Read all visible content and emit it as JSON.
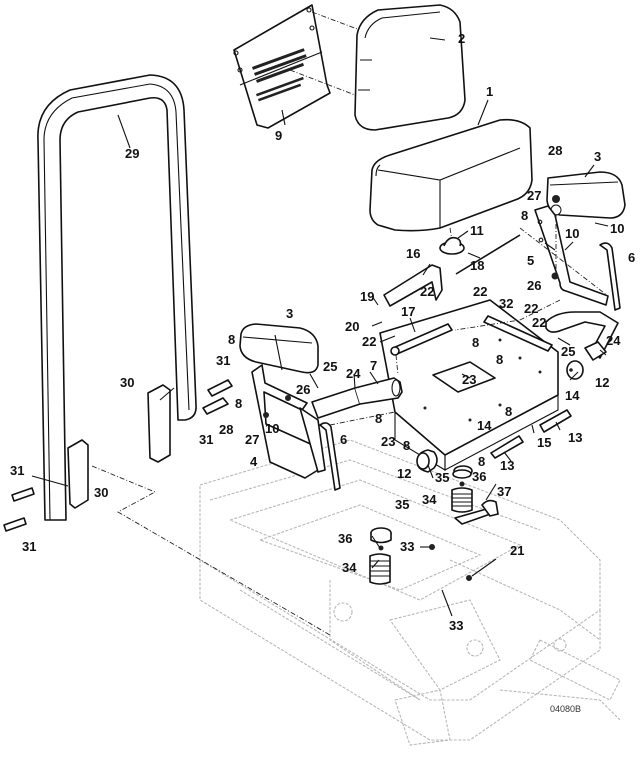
{
  "diagram": {
    "title": "Seat and Roll Bar Assembly (exploded parts view)",
    "drawing_id": "04080B",
    "callouts": [
      {
        "id": "c1",
        "text": "1",
        "part": "seat-cushion"
      },
      {
        "id": "c2",
        "text": "2",
        "part": "seat-back"
      },
      {
        "id": "c3a",
        "text": "3",
        "part": "armrest-right"
      },
      {
        "id": "c3b",
        "text": "3",
        "part": "armrest-left"
      },
      {
        "id": "c4",
        "text": "4",
        "part": "armrest-bracket-left"
      },
      {
        "id": "c5",
        "text": "5",
        "part": "armrest-bracket-right"
      },
      {
        "id": "c6a",
        "text": "6",
        "part": "armrest-rod-right"
      },
      {
        "id": "c6b",
        "text": "6",
        "part": "armrest-rod-left"
      },
      {
        "id": "c7",
        "text": "7",
        "part": "seat-pan-hinge"
      },
      {
        "id": "c8a",
        "text": "8",
        "part": "screw"
      },
      {
        "id": "c8b",
        "text": "8",
        "part": "screw"
      },
      {
        "id": "c8c",
        "text": "8",
        "part": "screw"
      },
      {
        "id": "c8d",
        "text": "8",
        "part": "screw"
      },
      {
        "id": "c8e",
        "text": "8",
        "part": "screw"
      },
      {
        "id": "c8f",
        "text": "8",
        "part": "screw"
      },
      {
        "id": "c8g",
        "text": "8",
        "part": "screw"
      },
      {
        "id": "c8h",
        "text": "8",
        "part": "screw"
      },
      {
        "id": "c8i",
        "text": "8",
        "part": "screw"
      },
      {
        "id": "c9",
        "text": "9",
        "part": "seat-back-bracket"
      },
      {
        "id": "c10a",
        "text": "10",
        "part": "nut"
      },
      {
        "id": "c10b",
        "text": "10",
        "part": "nut"
      },
      {
        "id": "c10c",
        "text": "10",
        "part": "nut"
      },
      {
        "id": "c11",
        "text": "11",
        "part": "seat-switch"
      },
      {
        "id": "c12a",
        "text": "12",
        "part": "bumper"
      },
      {
        "id": "c12b",
        "text": "12",
        "part": "bumper"
      },
      {
        "id": "c13a",
        "text": "13",
        "part": "pivot-pin"
      },
      {
        "id": "c13b",
        "text": "13",
        "part": "pivot-pin"
      },
      {
        "id": "c14a",
        "text": "14",
        "part": "bushing"
      },
      {
        "id": "c14b",
        "text": "14",
        "part": "bushing"
      },
      {
        "id": "c15",
        "text": "15",
        "part": "cotter-pin"
      },
      {
        "id": "c16",
        "text": "16",
        "part": "seat-adjust-handle"
      },
      {
        "id": "c17",
        "text": "17",
        "part": "adjuster-rod"
      },
      {
        "id": "c18",
        "text": "18",
        "part": "rod"
      },
      {
        "id": "c19",
        "text": "19",
        "part": "spring"
      },
      {
        "id": "c20",
        "text": "20",
        "part": "screw"
      },
      {
        "id": "c21",
        "text": "21",
        "part": "bolt"
      },
      {
        "id": "c22a",
        "text": "22",
        "part": "nut"
      },
      {
        "id": "c22b",
        "text": "22",
        "part": "nut"
      },
      {
        "id": "c22c",
        "text": "22",
        "part": "nut"
      },
      {
        "id": "c22d",
        "text": "22",
        "part": "nut"
      },
      {
        "id": "c22e",
        "text": "22",
        "part": "nut"
      },
      {
        "id": "c23a",
        "text": "23",
        "part": "screw"
      },
      {
        "id": "c23b",
        "text": "23",
        "part": "screw"
      },
      {
        "id": "c24a",
        "text": "24",
        "part": "gas-strut"
      },
      {
        "id": "c24b",
        "text": "24",
        "part": "seat-latch"
      },
      {
        "id": "c25a",
        "text": "25",
        "part": "clip"
      },
      {
        "id": "c25b",
        "text": "25",
        "part": "clip"
      },
      {
        "id": "c26a",
        "text": "26",
        "part": "washer"
      },
      {
        "id": "c26b",
        "text": "26",
        "part": "washer"
      },
      {
        "id": "c27a",
        "text": "27",
        "part": "washer"
      },
      {
        "id": "c27b",
        "text": "27",
        "part": "washer"
      },
      {
        "id": "c28a",
        "text": "28",
        "part": "nut"
      },
      {
        "id": "c28b",
        "text": "28",
        "part": "nut"
      },
      {
        "id": "c29",
        "text": "29",
        "part": "roll-bar"
      },
      {
        "id": "c30a",
        "text": "30",
        "part": "roll-bar-mount-plate"
      },
      {
        "id": "c30b",
        "text": "30",
        "part": "roll-bar-mount-plate"
      },
      {
        "id": "c31a",
        "text": "31",
        "part": "bolt"
      },
      {
        "id": "c31b",
        "text": "31",
        "part": "bolt"
      },
      {
        "id": "c31c",
        "text": "31",
        "part": "bolt"
      },
      {
        "id": "c31d",
        "text": "31",
        "part": "bolt"
      },
      {
        "id": "c32",
        "text": "32",
        "part": "seat-pan-strip"
      },
      {
        "id": "c33a",
        "text": "33",
        "part": "nut"
      },
      {
        "id": "c33b",
        "text": "33",
        "part": "nut"
      },
      {
        "id": "c34a",
        "text": "34",
        "part": "spring"
      },
      {
        "id": "c34b",
        "text": "34",
        "part": "spring"
      },
      {
        "id": "c35a",
        "text": "35",
        "part": "spring-cap"
      },
      {
        "id": "c35b",
        "text": "35",
        "part": "spring-cap"
      },
      {
        "id": "c36a",
        "text": "36",
        "part": "spring-bolt"
      },
      {
        "id": "c36b",
        "text": "36",
        "part": "spring-bolt"
      },
      {
        "id": "c37",
        "text": "37",
        "part": "spring-bracket"
      }
    ]
  }
}
